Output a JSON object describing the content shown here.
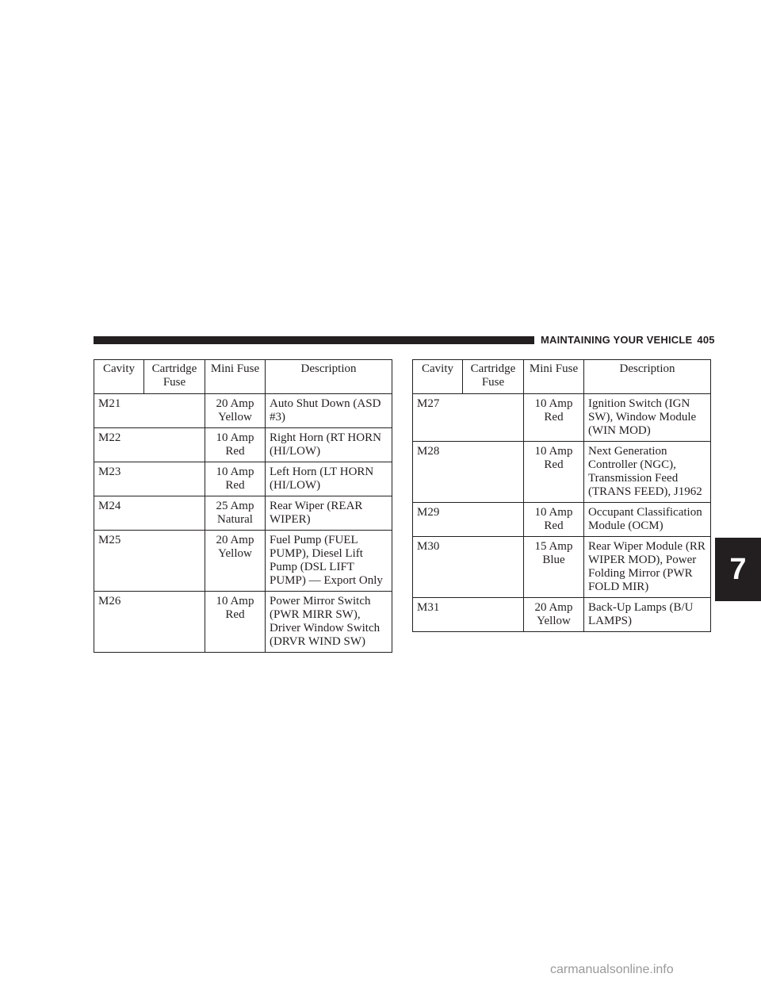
{
  "header": {
    "title": "MAINTAINING YOUR VEHICLE",
    "page_number": "405"
  },
  "chapter_tab": "7",
  "columns": [
    "Cavity",
    "Cartridge Fuse",
    "Mini Fuse",
    "Description"
  ],
  "left_table": [
    {
      "cavity": "M21",
      "cartridge": "",
      "mini": "20 Amp Yellow",
      "description": "Auto Shut Down (ASD #3)"
    },
    {
      "cavity": "M22",
      "cartridge": "",
      "mini": "10 Amp Red",
      "description": "Right Horn (RT HORN (HI/LOW)"
    },
    {
      "cavity": "M23",
      "cartridge": "",
      "mini": "10 Amp Red",
      "description": "Left Horn (LT HORN (HI/LOW)"
    },
    {
      "cavity": "M24",
      "cartridge": "",
      "mini": "25 Amp Natural",
      "description": "Rear Wiper (REAR WIPER)"
    },
    {
      "cavity": "M25",
      "cartridge": "",
      "mini": "20 Amp Yellow",
      "description": "Fuel Pump (FUEL PUMP), Diesel Lift Pump (DSL LIFT PUMP) — Export Only"
    },
    {
      "cavity": "M26",
      "cartridge": "",
      "mini": "10 Amp Red",
      "description": "Power Mirror Switch (PWR MIRR SW), Driver Window Switch (DRVR WIND SW)"
    }
  ],
  "right_table": [
    {
      "cavity": "M27",
      "cartridge": "",
      "mini": "10 Amp Red",
      "description": "Ignition Switch (IGN SW), Window Module (WIN MOD)"
    },
    {
      "cavity": "M28",
      "cartridge": "",
      "mini": "10 Amp Red",
      "description": "Next Generation Controller (NGC), Transmission Feed (TRANS FEED), J1962"
    },
    {
      "cavity": "M29",
      "cartridge": "",
      "mini": "10 Amp Red",
      "description": "Occupant Classification Module (OCM)"
    },
    {
      "cavity": "M30",
      "cartridge": "",
      "mini": "15 Amp Blue",
      "description": "Rear Wiper Module (RR WIPER MOD), Power Folding Mirror (PWR FOLD MIR)"
    },
    {
      "cavity": "M31",
      "cartridge": "",
      "mini": "20 Amp Yellow",
      "description": "Back-Up Lamps (B/U LAMPS)"
    }
  ],
  "watermark": "carmanualsonline.info"
}
